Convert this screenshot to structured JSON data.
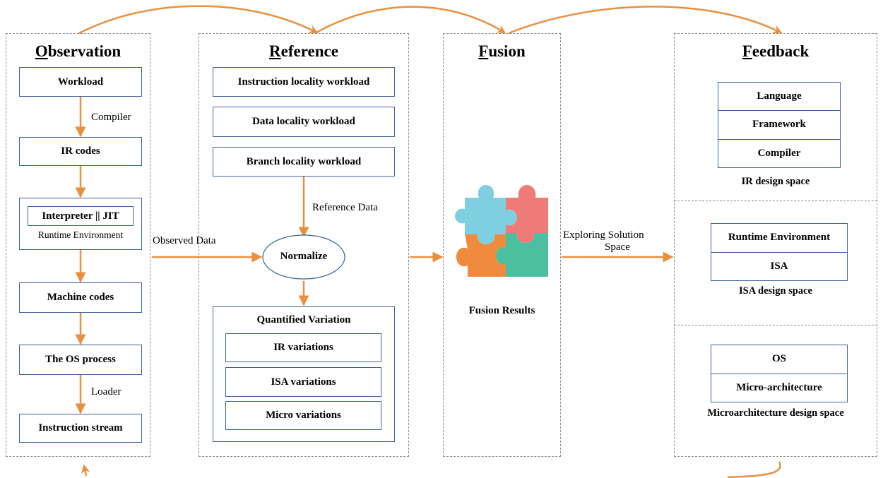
{
  "observation": {
    "title_first": "O",
    "title_rest": "bservation",
    "workload": "Workload",
    "compiler_label": "Compiler",
    "ir_codes": "IR codes",
    "interpreter_jit": "Interpreter || JIT",
    "runtime_env": "Runtime Environment",
    "machine_codes": "Machine codes",
    "os_process": "The OS process",
    "loader_label": "Loader",
    "instruction_stream": "Instruction stream"
  },
  "reference": {
    "title_first": "R",
    "title_rest": "eference",
    "instr_workload": "Instruction locality workload",
    "data_workload": "Data locality workload",
    "branch_workload": "Branch locality workload",
    "reference_data_label": "Reference Data",
    "normalize": "Normalize",
    "quantified_variation": "Quantified Variation",
    "ir_variations": "IR variations",
    "isa_variations": "ISA variations",
    "micro_variations": "Micro variations"
  },
  "fusion": {
    "title_first": "F",
    "title_rest": "usion",
    "results": "Fusion Results",
    "puzzle_colors": [
      "#7ecfe0",
      "#ef7b78",
      "#f08a3c",
      "#4dbfa1"
    ]
  },
  "feedback": {
    "title_first": "F",
    "title_rest": "eedback",
    "ir_stack": [
      "Language",
      "Framework",
      "Compiler"
    ],
    "ir_caption": "IR design space",
    "isa_stack": [
      "Runtime Environment",
      "ISA"
    ],
    "isa_caption": "ISA design space",
    "micro_stack": [
      "OS",
      "Micro-architecture"
    ],
    "micro_caption": "Microarchitecture design space"
  },
  "connectors": {
    "observed_data": "Observed Data",
    "exploring_line1": "Exploring Solution",
    "exploring_line2": "Space"
  },
  "colors": {
    "arrow": "#e8903f",
    "box_border": "#3f5f9f",
    "panel_border": "#8a8a8a"
  }
}
